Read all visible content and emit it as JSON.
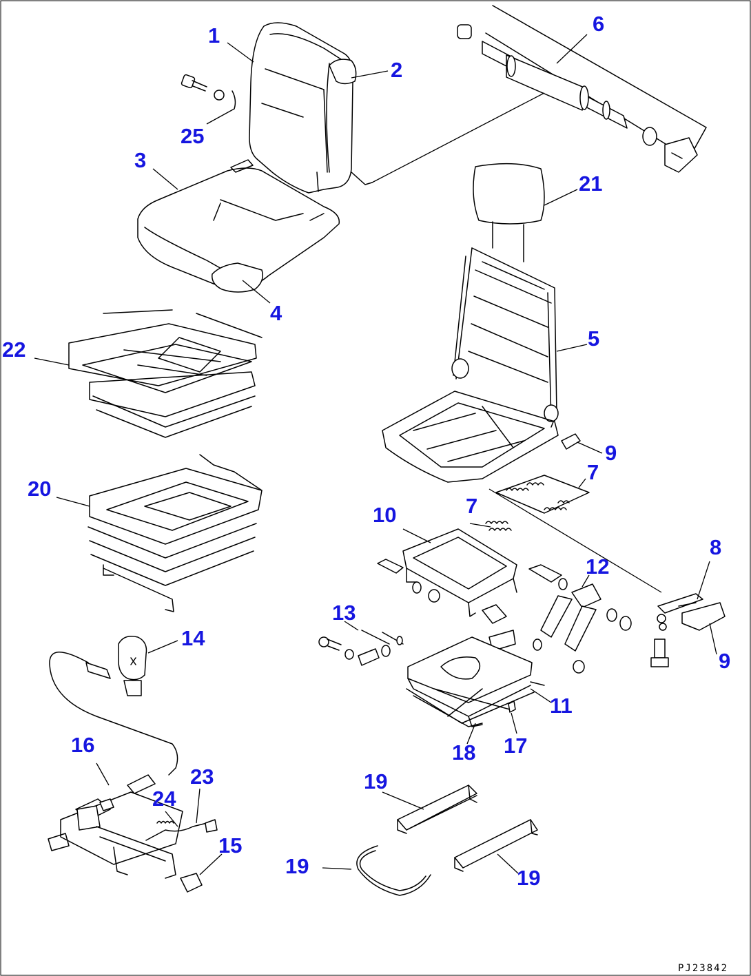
{
  "callouts": {
    "c1": "1",
    "c2": "2",
    "c3": "3",
    "c4": "4",
    "c5": "5",
    "c6": "6",
    "c7a": "7",
    "c7b": "7",
    "c8": "8",
    "c9a": "9",
    "c9b": "9",
    "c10": "10",
    "c11": "11",
    "c12": "12",
    "c13": "13",
    "c14": "14",
    "c15": "15",
    "c16": "16",
    "c17": "17",
    "c18": "18",
    "c19a": "19",
    "c19b": "19",
    "c19c": "19",
    "c20": "20",
    "c21": "21",
    "c22": "22",
    "c23": "23",
    "c24": "24",
    "c25": "25"
  },
  "drawing_code": "PJ23842",
  "colors": {
    "callout": "#1616e0",
    "line": "#000000",
    "background": "#ffffff"
  }
}
